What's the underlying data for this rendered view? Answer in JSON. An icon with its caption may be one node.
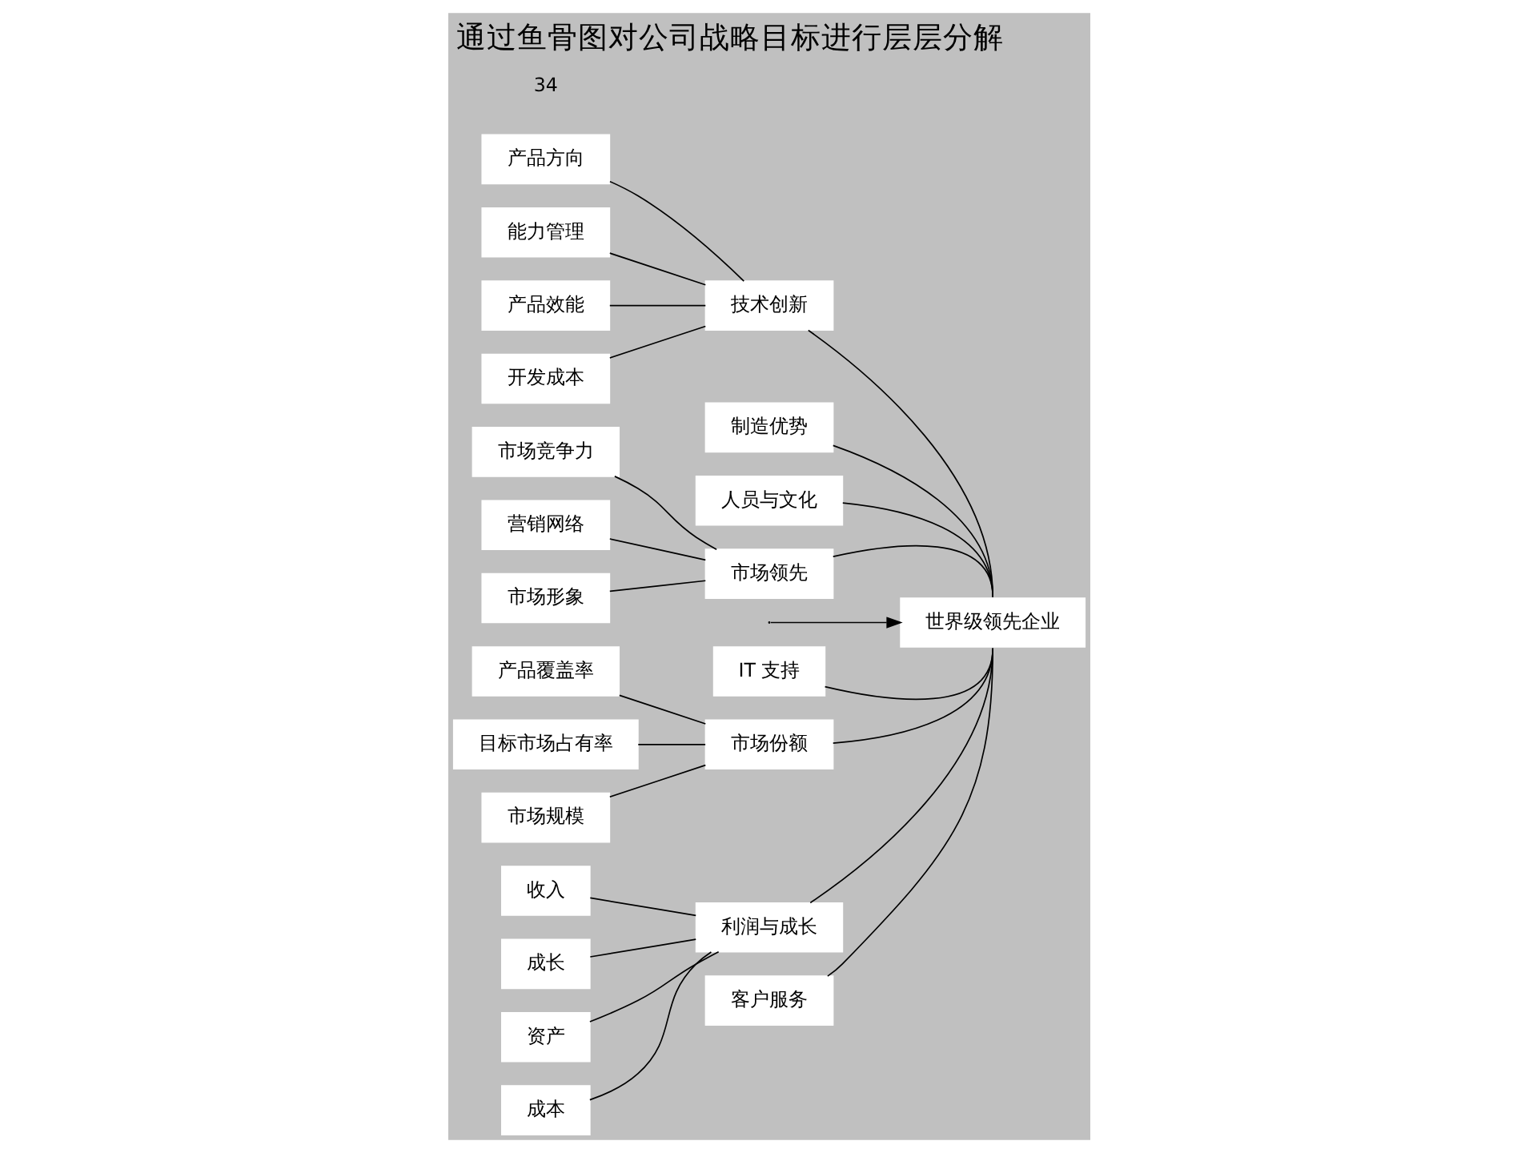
{
  "diagram": {
    "title": "通过鱼骨图对公司战略目标进行层层分解",
    "nodes": [
      {
        "text": [
          "技术创新"
        ]
      },
      {
        "text": [
          "产品效能"
        ]
      },
      {
        "text": [
          "客户服务"
        ]
      },
      {
        "text": [
          "开发成本"
        ]
      },
      {
        "text": [
          "产品方向"
        ]
      },
      {
        "text": [
          "制造优势"
        ]
      },
      {
        "text": [
          "IT 支持"
        ]
      },
      {
        "text": [
          "能力管理"
        ]
      },
      {
        "text": [
          "世界级领先企业"
        ]
      },
      {
        "text": [
          "人员与文化"
        ]
      },
      {
        "text": [
          "成本"
        ]
      },
      {
        "text": [
          "收入"
        ]
      },
      {
        "text": [
          "营销网络"
        ]
      },
      {
        "text": [
          "目标市场占有率"
        ]
      },
      {
        "text": [
          "成长"
        ]
      },
      {
        "text": [
          "资产"
        ]
      },
      {
        "text": [
          "市场规模"
        ]
      },
      {
        "text": [
          "产品覆盖率"
        ]
      },
      {
        "text": [
          "市场形象"
        ]
      },
      {
        "text": [
          "市场份额"
        ]
      },
      {
        "text": [
          "利润与成长"
        ]
      },
      {
        "text": [
          "市场竞争力"
        ]
      },
      {
        "text": [
          "市场领先"
        ]
      }
    ],
    "edges": [
      {
        "from": null,
        "to": 8,
        "arrow": "to"
      },
      {
        "from": 0,
        "to": 8,
        "arrow": "none"
      },
      {
        "from": 2,
        "to": 8,
        "arrow": "none"
      },
      {
        "from": 5,
        "to": 8,
        "arrow": "none"
      },
      {
        "from": 6,
        "to": 8,
        "arrow": "none"
      },
      {
        "from": 9,
        "to": 8,
        "arrow": "none"
      },
      {
        "from": 20,
        "to": 8,
        "arrow": "none"
      },
      {
        "from": 22,
        "to": 8,
        "arrow": "none"
      },
      {
        "from": 19,
        "to": 8,
        "arrow": "none"
      },
      {
        "from": 1,
        "to": 0,
        "arrow": "none"
      },
      {
        "from": 3,
        "to": 0,
        "arrow": "none"
      },
      {
        "from": 7,
        "to": 0,
        "arrow": "none"
      },
      {
        "from": 4,
        "to": 0,
        "arrow": "none"
      },
      {
        "from": 10,
        "to": 20,
        "arrow": "none"
      },
      {
        "from": 14,
        "to": 20,
        "arrow": "none"
      },
      {
        "from": 15,
        "to": 20,
        "arrow": "none"
      },
      {
        "from": 11,
        "to": 20,
        "arrow": "none"
      },
      {
        "from": 12,
        "to": 22,
        "arrow": "none"
      },
      {
        "from": 18,
        "to": 22,
        "arrow": "none"
      },
      {
        "from": 21,
        "to": 22,
        "arrow": "none"
      },
      {
        "from": 13,
        "to": 19,
        "arrow": "none"
      },
      {
        "from": 16,
        "to": 19,
        "arrow": "none"
      },
      {
        "from": 17,
        "to": 19,
        "arrow": "none"
      }
    ],
    "labels": [
      "34"
    ]
  }
}
